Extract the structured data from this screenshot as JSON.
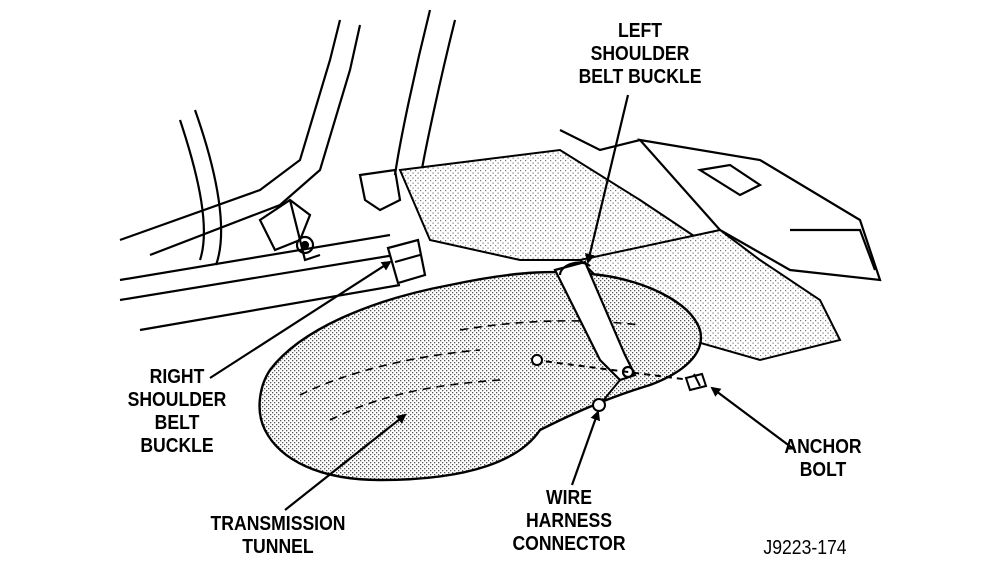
{
  "labels": {
    "left_belt": [
      "LEFT",
      "SHOULDER",
      "BELT BUCKLE"
    ],
    "right_belt": [
      "RIGHT",
      "SHOULDER",
      "BELT",
      "BUCKLE"
    ],
    "transmission": [
      "TRANSMISSION",
      "TUNNEL"
    ],
    "wire": [
      "WIRE",
      "HARNESS",
      "CONNECTOR"
    ],
    "anchor": [
      "ANCHOR",
      "BOLT"
    ]
  },
  "figure_id": "J9223-174",
  "colors": {
    "ink": "#000000",
    "stipple": "#9a9a9a",
    "background": "#ffffff"
  }
}
